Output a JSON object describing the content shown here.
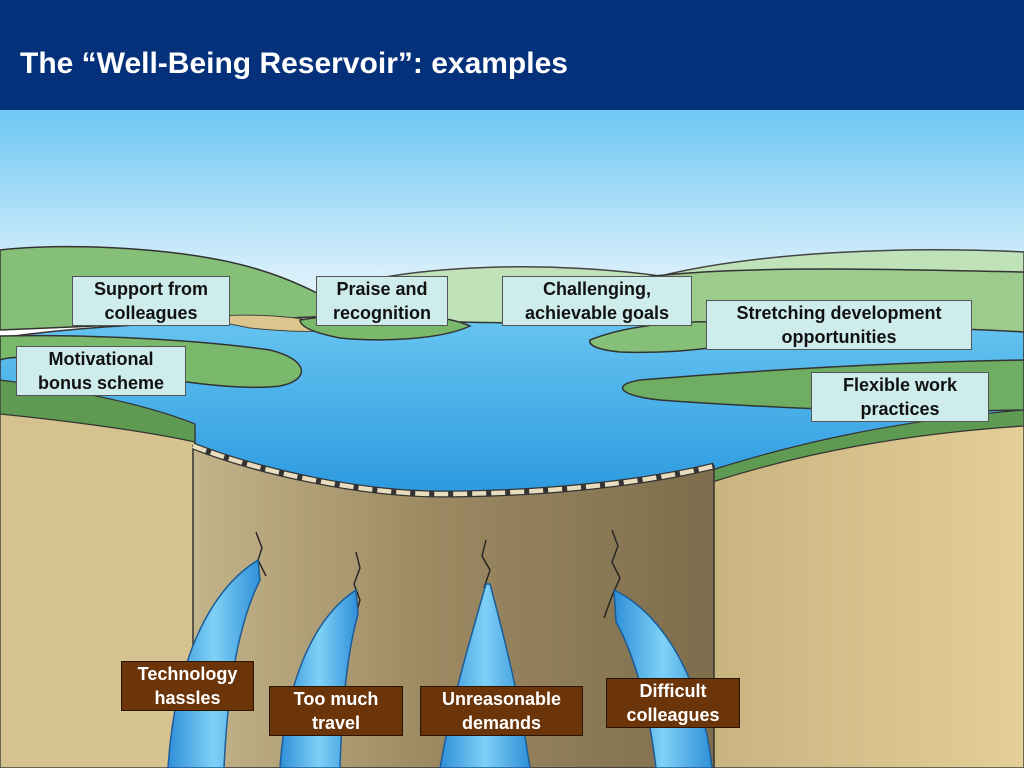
{
  "slide": {
    "title": "The “Well-Being Reservoir”:  examples"
  },
  "positive_factors": [
    {
      "lines": [
        "Support from",
        "colleagues"
      ]
    },
    {
      "lines": [
        "Praise and",
        "recognition"
      ]
    },
    {
      "lines": [
        "Challenging,",
        "achievable goals"
      ]
    },
    {
      "lines": [
        "Stretching development",
        "opportunities"
      ]
    },
    {
      "lines": [
        "Motivational",
        "bonus scheme"
      ]
    },
    {
      "lines": [
        "Flexible work",
        "practices"
      ]
    }
  ],
  "negative_factors": [
    {
      "lines": [
        "Technology",
        "hassles"
      ]
    },
    {
      "lines": [
        "Too much",
        "travel"
      ]
    },
    {
      "lines": [
        "Unreasonable",
        "demands"
      ]
    },
    {
      "lines": [
        "Difficult",
        "colleagues"
      ]
    }
  ],
  "colors": {
    "title_bar": "#04317a",
    "sky": "#6ec7f3",
    "water": "#35a6e6",
    "land": "#7fba72",
    "dam": "#a2906a",
    "positive_label_bg": "#cfecec",
    "negative_label_bg": "#6b3409"
  }
}
